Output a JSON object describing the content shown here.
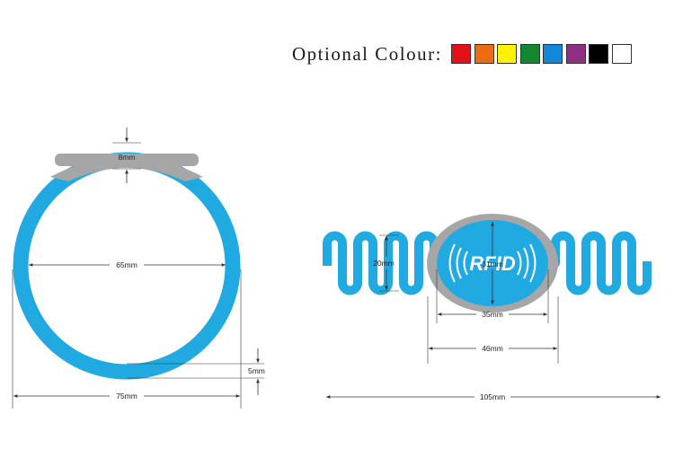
{
  "colour_option": {
    "label": "Optional Colour:",
    "colors": [
      "#e01218",
      "#ec6c12",
      "#fff200",
      "#13872f",
      "#1288d8",
      "#8e2f82",
      "#000000",
      "#ffffff"
    ]
  },
  "product": {
    "band_color": "#21aae1",
    "tag_color": "#a6a6a6",
    "logo_text": "RFID"
  },
  "dimensions": {
    "tag_height": "8mm",
    "inner_diameter": "65mm",
    "band_width": "5mm",
    "outer_diameter": "75mm",
    "coil_height": "20mm",
    "tag_face_height": "31mm",
    "tag_face_width": "35mm",
    "tag_outer_width": "46mm",
    "total_length": "105mm"
  }
}
